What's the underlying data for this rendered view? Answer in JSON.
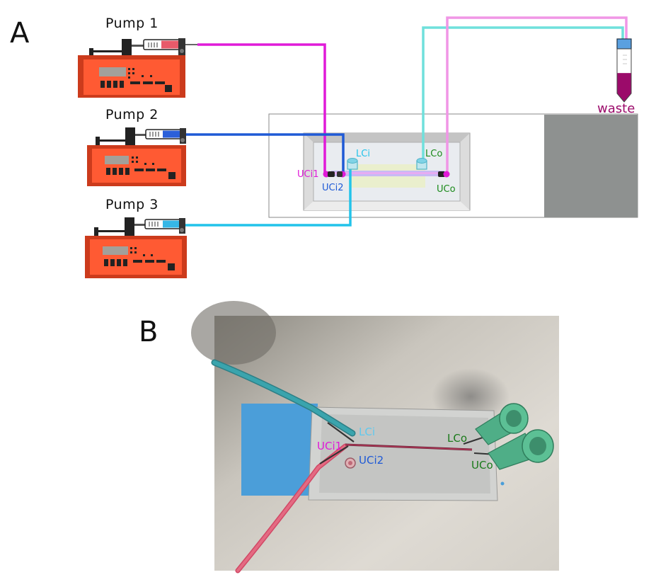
{
  "panel_a": {
    "letter": "A",
    "pumps": [
      {
        "label": "Pump 1",
        "syringe_color": "#e85a6a",
        "tubing_color": "#e01ad8"
      },
      {
        "label": "Pump 2",
        "syringe_color": "#2b5fd9",
        "tubing_color": "#1f5ad6"
      },
      {
        "label": "Pump 3",
        "syringe_color": "#36b7e6",
        "tubing_color": "#22c3ea"
      }
    ],
    "waste_label": "waste",
    "ports": {
      "uci1": "UCi1",
      "uci2": "UCi2",
      "lci": "LCi",
      "lco": "LCo",
      "uco": "UCo"
    },
    "colors": {
      "pump_body": "#cc3b1c",
      "pump_panel": "#ff5a33",
      "waste_tube": "#9b0a6a",
      "outlet_upper": "#f096e6",
      "outlet_lower": "#6fe0dc",
      "port_magenta": "#e01ad8",
      "port_blue": "#1f5ad6",
      "port_cyan": "#22c3ea",
      "port_green": "#1a8a1a",
      "grey_block": "#8e9190"
    }
  },
  "panel_b": {
    "letter": "B",
    "ports": {
      "lci": "LCi",
      "uci1": "UCi1",
      "uci2": "UCi2",
      "lco": "LCo",
      "uco": "UCo"
    }
  }
}
